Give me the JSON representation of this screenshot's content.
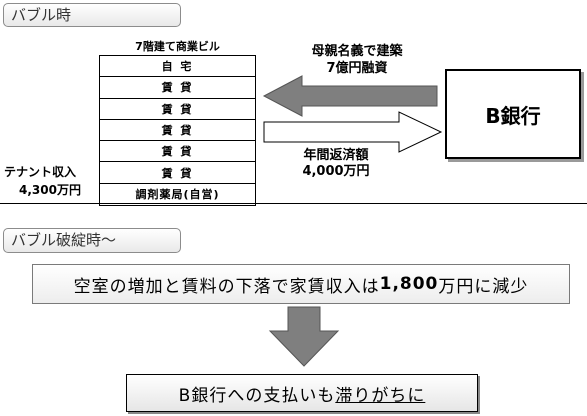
{
  "bubble_label": "バブル時",
  "collapse_label": "バブル破綻時〜",
  "building": {
    "title": "7階建て商業ビル",
    "floors": [
      "自 宅",
      "賃 貸",
      "賃 貸",
      "賃 貸",
      "賃 貸",
      "賃 貸",
      "調剤薬局(自営)"
    ]
  },
  "tenant_income": {
    "label": "テナント収入",
    "amount": "4,300万円"
  },
  "loan": {
    "line1": "母親名義で建築",
    "line2": "7億円融資"
  },
  "repayment": {
    "line1": "年間返済額",
    "line2": "4,000万円"
  },
  "bank_name": "B銀行",
  "message1": {
    "part1": "空室の増加と賃料の下落で家賃収入は",
    "amount": "1,800",
    "part2": "万円に減少"
  },
  "message2": {
    "part1": "B銀行への支払いも",
    "emphasis": "滞りがちに"
  },
  "colors": {
    "arrow_gray": "#7f7f7f",
    "border_gray": "#8c8c8c"
  }
}
